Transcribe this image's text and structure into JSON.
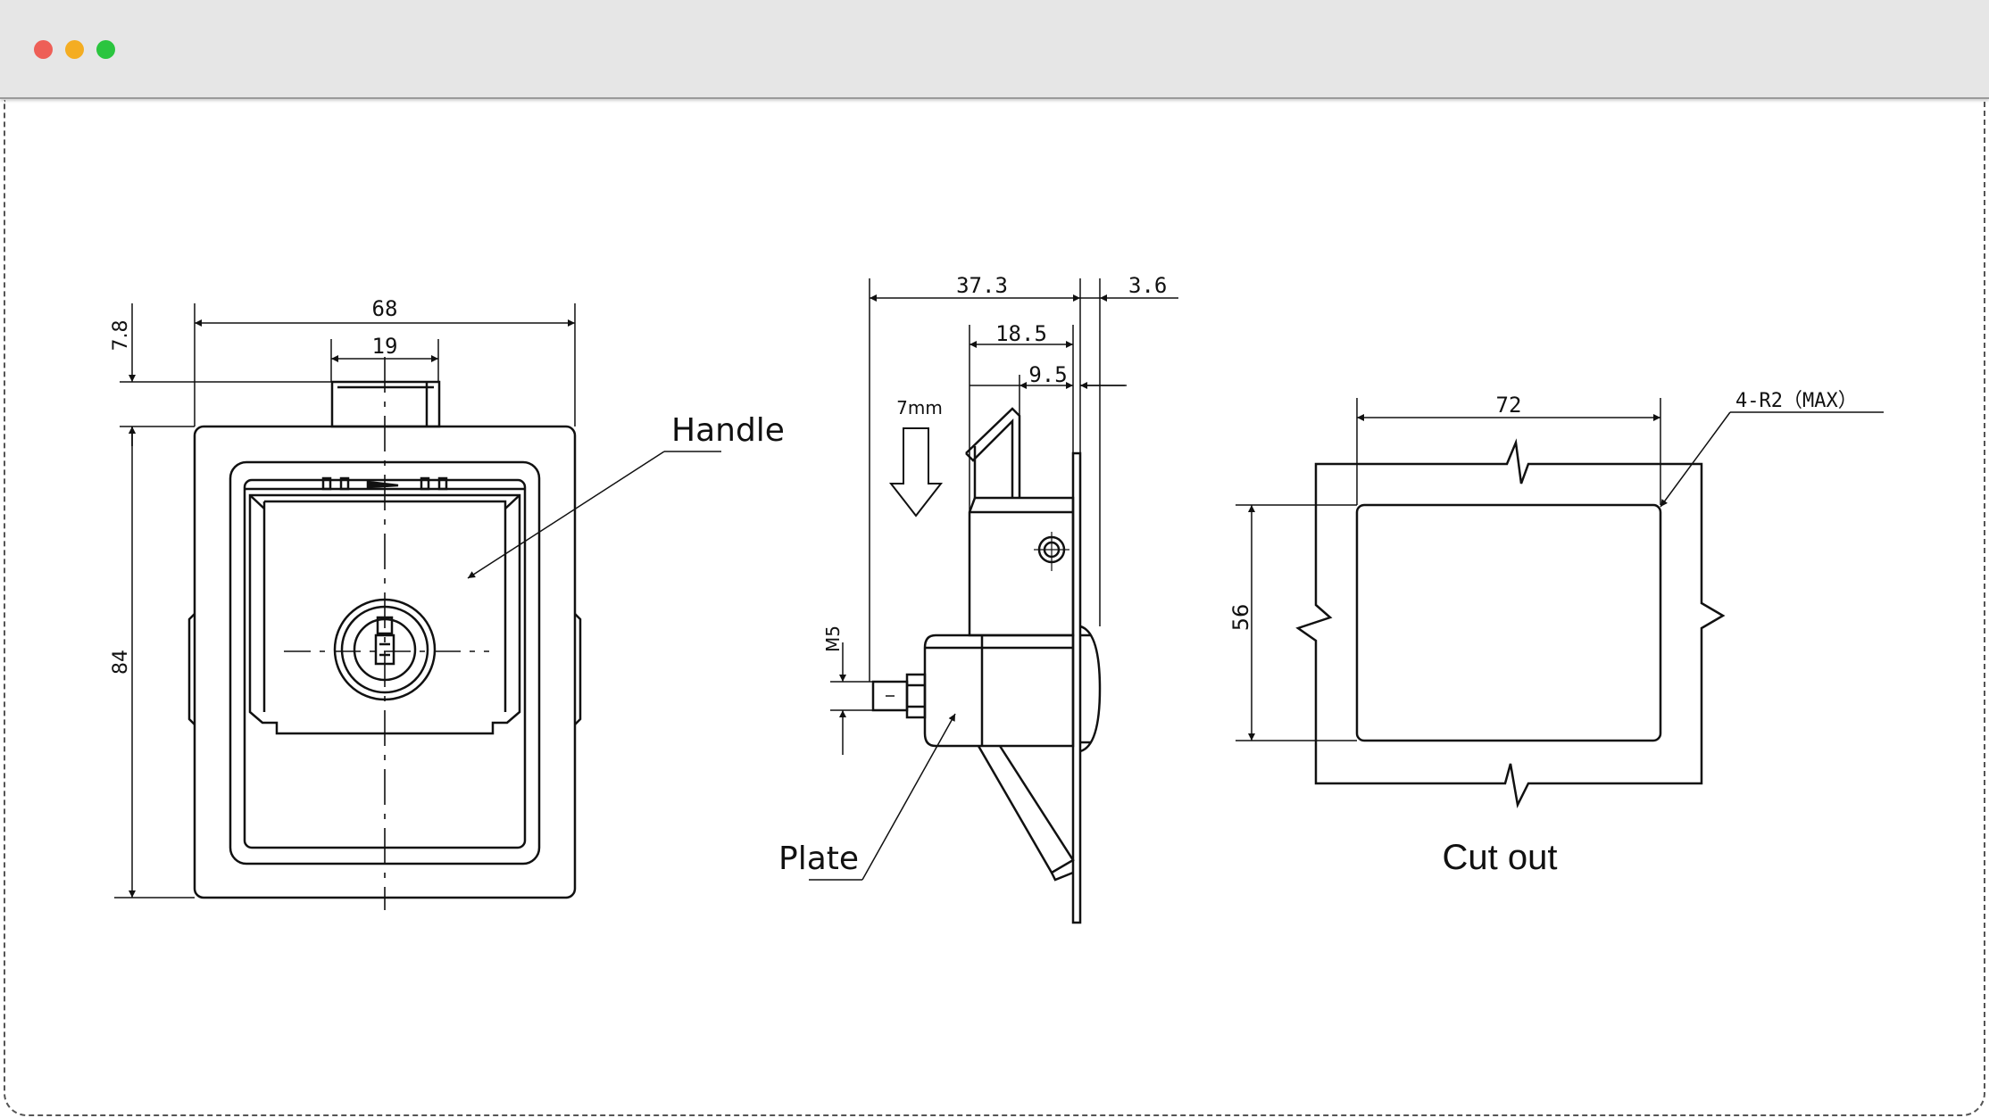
{
  "window": {
    "controls": {
      "close_color": "#ee5f57",
      "minimize_color": "#f4ad22",
      "zoom_color": "#2bc53f"
    }
  },
  "colors": {
    "line": "#111111",
    "background": "#ffffff",
    "titlebar": "#e6e6e6"
  },
  "front_view": {
    "dim_width": "68",
    "dim_top": "19",
    "dim_offset": "7.8",
    "dim_height": "84",
    "label_handle": "Handle"
  },
  "side_view": {
    "dim_total": "37.3",
    "dim_flange": "3.6",
    "dim_mid": "18.5",
    "dim_small": "9.5",
    "dim_travel": "7mm",
    "dim_thread": "M5",
    "label_plate": "Plate",
    "arrow_icon": "down-arrow-icon"
  },
  "cutout_view": {
    "dim_width": "72",
    "dim_height": "56",
    "dim_radius": "4-R2（MAX）",
    "caption": "Cut out"
  }
}
